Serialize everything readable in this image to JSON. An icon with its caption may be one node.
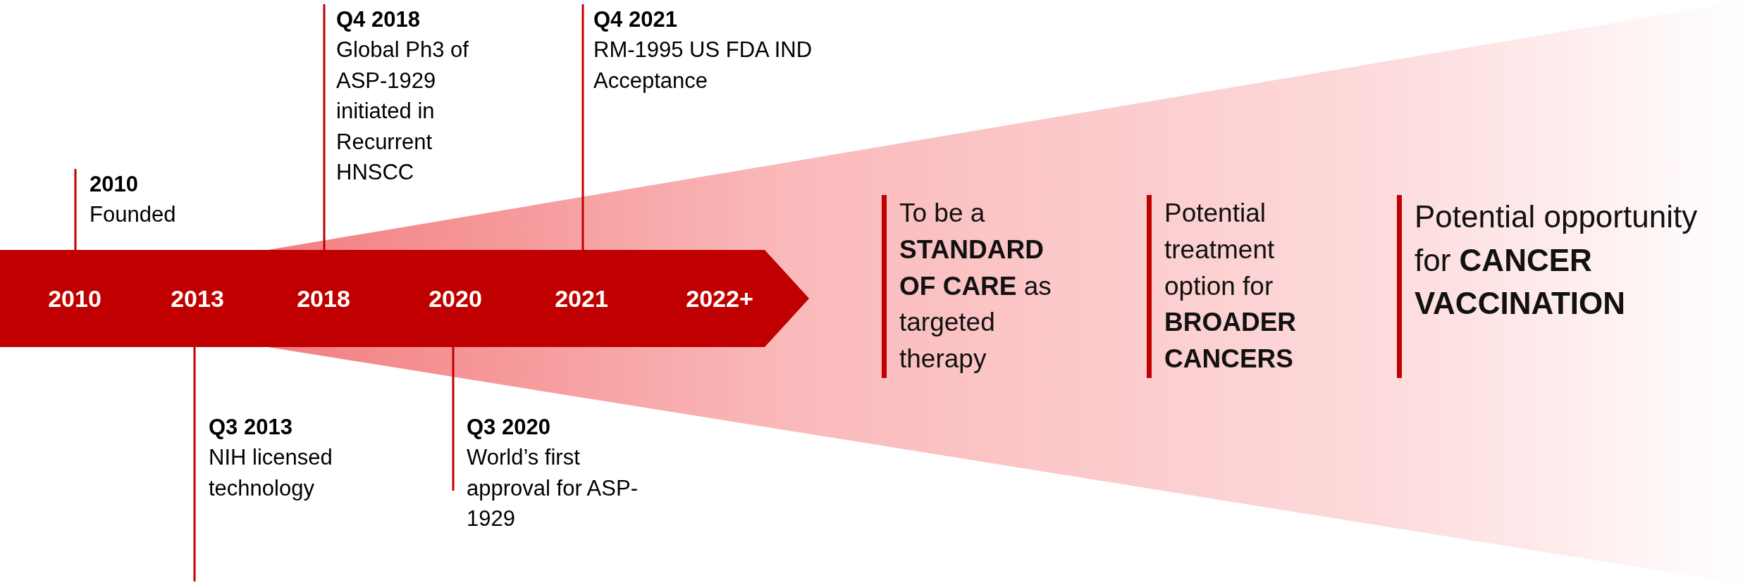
{
  "diagram": {
    "nodes": [
      {
        "text": [],
        "shape": "arrow"
      },
      {
        "text": [
          "2010"
        ],
        "in": 0
      },
      {
        "text": [
          "2013"
        ],
        "in": 0
      },
      {
        "text": [
          "2018"
        ],
        "in": 0
      },
      {
        "text": [
          "2020"
        ],
        "in": 0
      },
      {
        "text": [
          "2021"
        ],
        "in": 0
      },
      {
        "text": [
          "2022+"
        ],
        "in": 0
      },
      {
        "text": [
          "2010",
          "Founded"
        ]
      },
      {
        "text": [
          "Q4 2018",
          "Global Ph3 of ASP-1929 initiated in Recurrent HNSCC"
        ]
      },
      {
        "text": [
          "Q4 2021",
          "RM-1995 US FDA IND Acceptance"
        ]
      },
      {
        "text": [
          "Q3 2013",
          "NIH licensed technology"
        ]
      },
      {
        "text": [
          "Q3 2020",
          "World’s first approval for ASP-1929"
        ]
      },
      {
        "text": [
          "To be a **STANDARD OF CARE** as targeted therapy"
        ]
      },
      {
        "text": [
          "Potential treatment option for **BROADER CANCERS**"
        ]
      },
      {
        "text": [
          "Potential opportunity for **CANCER VACCINATION**"
        ]
      }
    ],
    "edges": [
      {
        "from": 7,
        "to": 0,
        "arrow": "none"
      },
      {
        "from": 8,
        "to": 0,
        "arrow": "none"
      },
      {
        "from": 9,
        "to": 0,
        "arrow": "none"
      },
      {
        "from": 10,
        "to": 0,
        "arrow": "none"
      },
      {
        "from": 11,
        "to": 0,
        "arrow": "none"
      }
    ]
  }
}
